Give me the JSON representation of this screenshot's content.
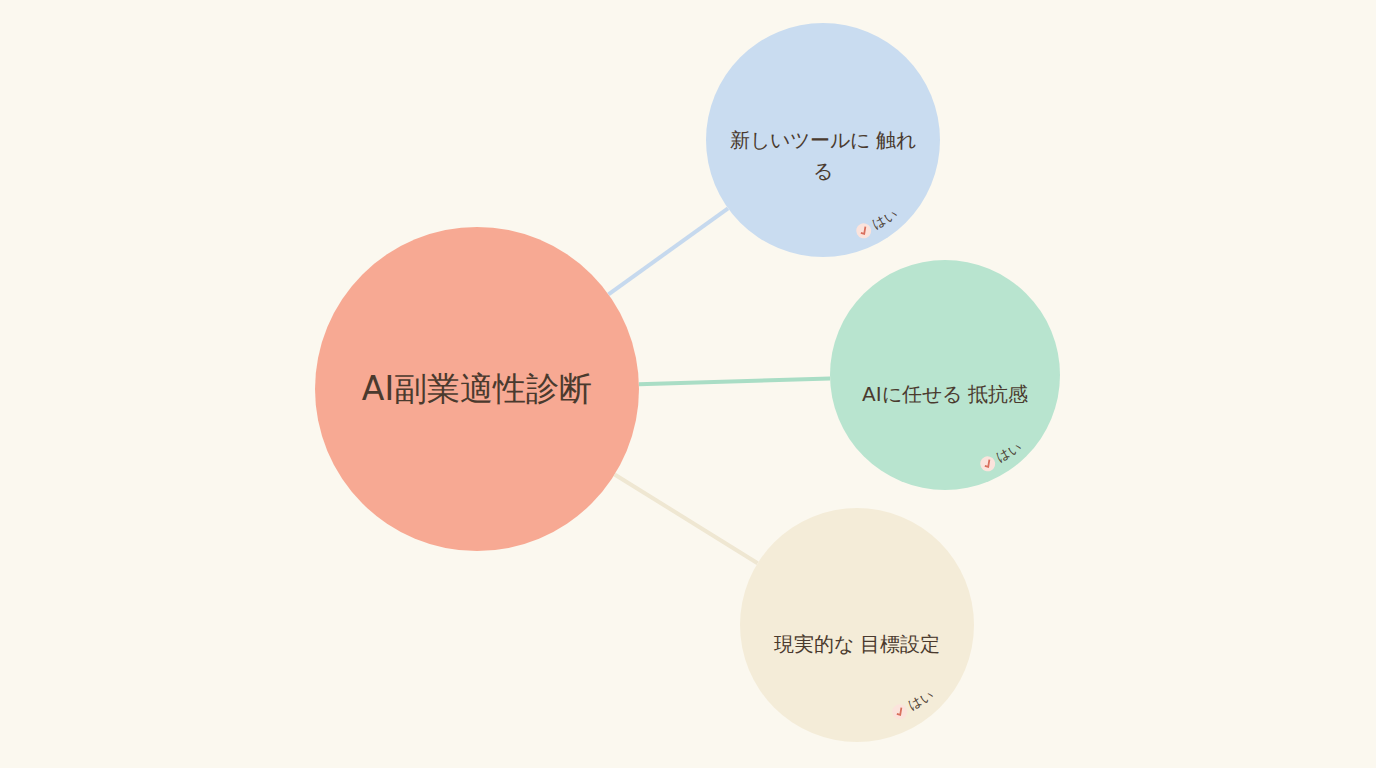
{
  "diagram": {
    "nodes": [
      {
        "text": [
          "AI副業適性診断"
        ]
      },
      {
        "text": [
          "新しいツールに 触れる",
          "はい"
        ]
      },
      {
        "text": [
          "AIに任せる 抵抗感",
          "はい"
        ]
      },
      {
        "text": [
          "現実的な 目標設定",
          "はい"
        ]
      }
    ],
    "edges": [
      {
        "from": 0,
        "to": 1,
        "arrow": "none"
      },
      {
        "from": 0,
        "to": 2,
        "arrow": "none"
      },
      {
        "from": 0,
        "to": 3,
        "arrow": "none"
      }
    ]
  }
}
